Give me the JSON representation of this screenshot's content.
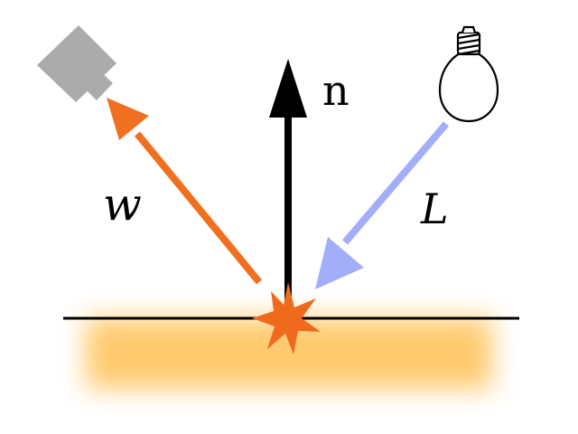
{
  "labels": {
    "normal": "n",
    "view": "w",
    "light": "L"
  },
  "colors": {
    "view_arrow": "#F07020",
    "light_arrow": "#A3AEFA",
    "normal_arrow": "#000000",
    "surface_line": "#000000",
    "surface_fill": "#FFC766",
    "star": "#F06A1E",
    "camera": "#ABABAB",
    "bulb_stroke": "#000000"
  },
  "icons": {
    "camera": "camera-icon",
    "bulb": "light-bulb-icon",
    "star": "impact-star-icon"
  }
}
